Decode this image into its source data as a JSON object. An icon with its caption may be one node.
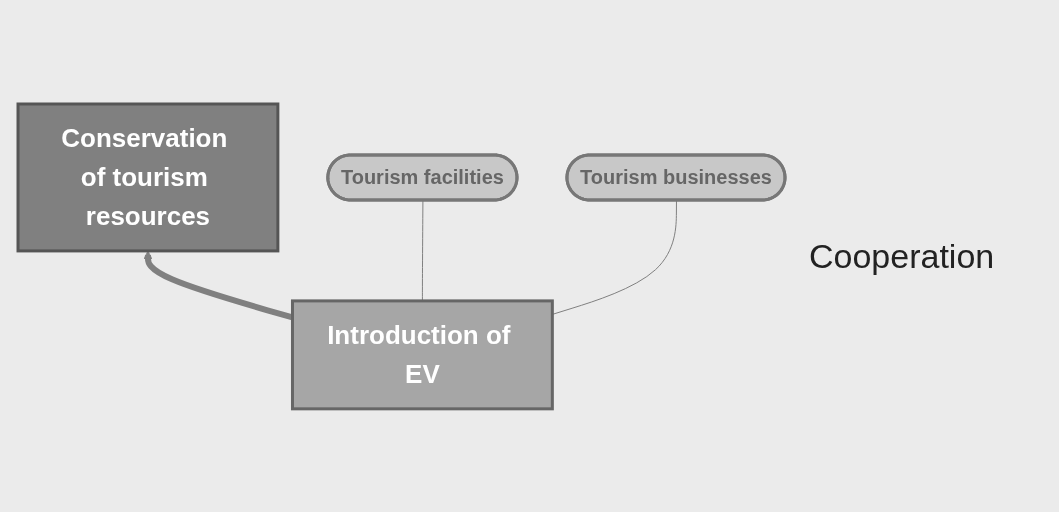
{
  "diagram": {
    "nodes": [
      {
        "text": [
          "Conservation of tourism resources"
        ]
      },
      {
        "text": [
          "Introduction of EV"
        ]
      },
      {
        "text": [
          "Tourism facilities"
        ]
      },
      {
        "text": [
          "Tourism businesses"
        ]
      }
    ],
    "edges": [
      {
        "from": 1,
        "to": 0,
        "arrow": "to",
        "style": "thick"
      },
      {
        "from": 1,
        "to": 2,
        "arrow": "none"
      },
      {
        "from": 1,
        "to": 3,
        "arrow": "none"
      }
    ],
    "labels": [
      "Cooperation"
    ]
  }
}
